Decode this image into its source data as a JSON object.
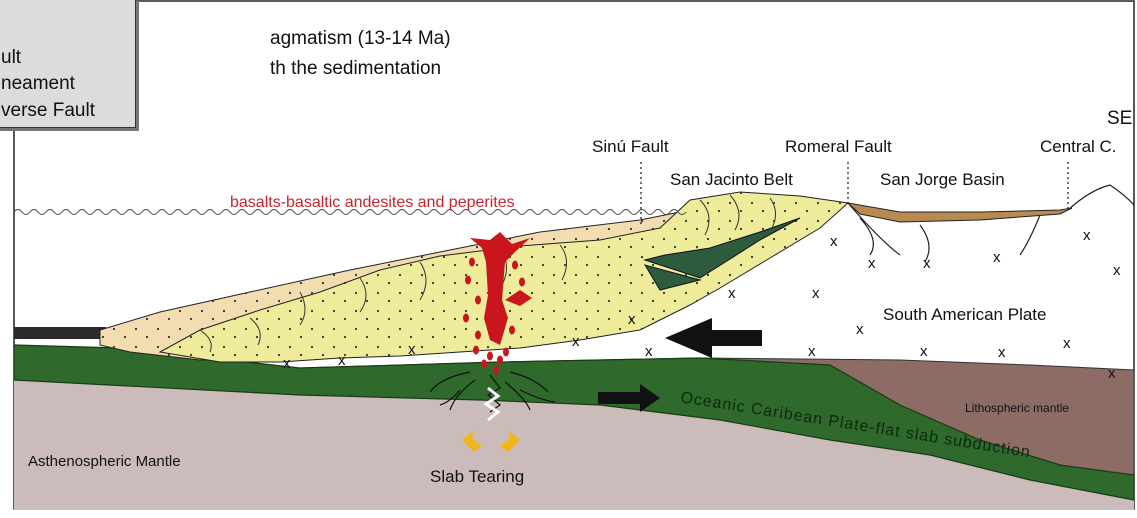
{
  "header": {
    "line1": "agmatism (13-14 Ma)",
    "line2": "th the sedimentation"
  },
  "legend": {
    "items": [
      "ult",
      "neament",
      "verse Fault"
    ]
  },
  "labels": {
    "se": "SE",
    "sinu_fault": "Sinú Fault",
    "romeral_fault": "Romeral Fault",
    "central_c": "Central C.",
    "san_jacinto": "San Jacinto Belt",
    "san_jorge": "San Jorge Basin",
    "basalts": "basalts-basaltic andesites and peperites",
    "south_american_plate": "South American Plate",
    "lithospheric_mantle": "Lithospheric mantle",
    "oceanic_caribbean": "Oceanic Caribean  Plate-flat  slab  subduction",
    "asthenospheric_mantle": "Asthenospheric Mantle",
    "slab_tearing": "Slab Tearing",
    "x_mark": "x"
  },
  "colors": {
    "asthenosphere": "#cbbcbb",
    "lithosphere": "#8e6c66",
    "slab": "#2f6a2c",
    "slab_dark": "#1c4a1a",
    "sediment_tan": "#f3dcb0",
    "sediment_yellow": "#eeeb9a",
    "magma": "#c8161c",
    "basin": "#b88a52",
    "wedge_green": "#2c5b3d",
    "arrow_yellow": "#f0b71c",
    "label_red": "#c8242b"
  }
}
